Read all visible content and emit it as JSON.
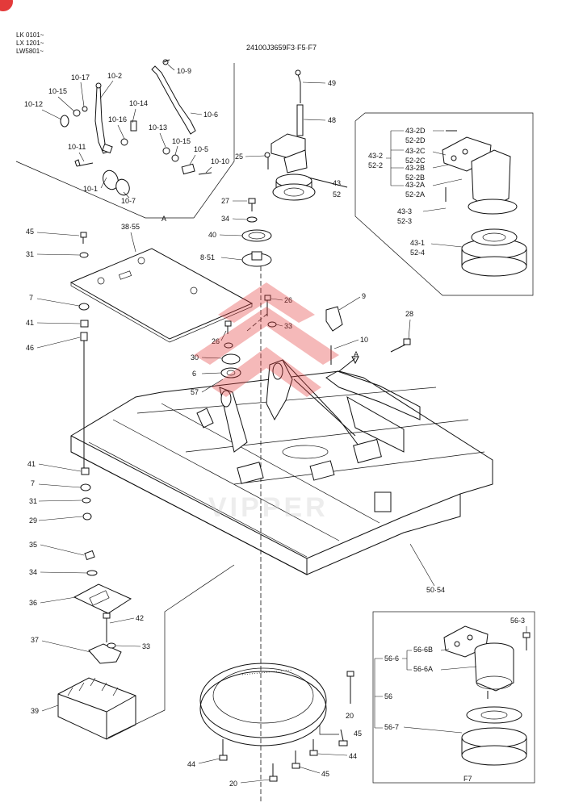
{
  "header": {
    "serial_lines": [
      "LK 0101~",
      "LX 1201~",
      "LW5801~"
    ],
    "drawing_number": "24100J3659F3·F5·F7"
  },
  "labels": {
    "l10_17": "10-17",
    "l10_2": "10-2",
    "l10_15a": "10-15",
    "l10_12": "10-12",
    "l10_14": "10-14",
    "l10_16": "10-16",
    "l10_11": "10-11",
    "l10_1": "10-1",
    "l10_7": "10-7",
    "l10_9": "10-9",
    "l10_6": "10-6",
    "l10_13": "10-13",
    "l10_15b": "10-15",
    "l10_5": "10-5",
    "l10_10": "10-10",
    "view_a_top": "A",
    "view_a_frame": "A",
    "l49": "49",
    "l48": "48",
    "l25": "25",
    "l43": "43",
    "l52": "52",
    "l43_2d": "43-2D",
    "l52_2d": "52-2D",
    "l43_2c": "43-2C",
    "l52_2c": "52-2C",
    "l43_2": "43-2",
    "l52_2": "52-2",
    "l43_2b": "43-2B",
    "l52_2b": "52-2B",
    "l43_2a": "43-2A",
    "l52_2a": "52-2A",
    "l43_3": "43-3",
    "l52_3": "52-3",
    "l43_1": "43-1",
    "l52_4": "52-4",
    "l27": "27",
    "l34a": "34",
    "l40": "40",
    "l8_51": "8·51",
    "l38_55": "38·55",
    "l45a": "45",
    "l31a": "31",
    "l7a": "7",
    "l41a": "41",
    "l46": "46",
    "l26a": "26",
    "l26b": "26",
    "l33a": "33",
    "l30": "30",
    "l6": "6",
    "l57": "57",
    "l9": "9",
    "l10": "10",
    "l28": "28",
    "l41b": "41",
    "l7b": "7",
    "l31b": "31",
    "l29": "29",
    "l35": "35",
    "l34b": "34",
    "l36": "36",
    "l42": "42",
    "l37": "37",
    "l33b": "33",
    "l39": "39",
    "l50_54": "50·54",
    "l56_3": "56-3",
    "l56_6b": "56-6B",
    "l56_6": "56-6",
    "l56_6a": "56-6A",
    "l56": "56",
    "l56_7": "56-7",
    "f7": "F7",
    "l20a": "20",
    "l45b": "45",
    "l44a": "44",
    "l44b": "44",
    "l20b": "20",
    "l45c": "45"
  },
  "watermark": {
    "logo_text": "VIPPER",
    "color": "#e33a3a"
  },
  "colors": {
    "line": "#111111",
    "background": "#ffffff",
    "corner_badge": "#e33a3a"
  }
}
